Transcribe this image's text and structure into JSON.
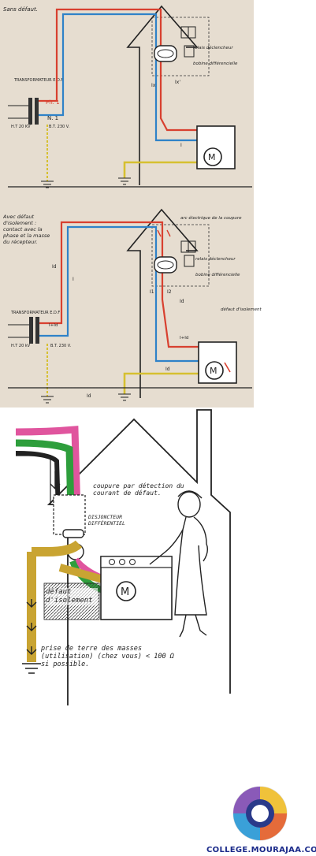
{
  "colors": {
    "panel_bg": "#e6ddd0",
    "phase_red": "#d8402f",
    "neutral_blue": "#2f82c8",
    "earth_yellow": "#d6c030",
    "wire_pink": "#e0559e",
    "wire_green": "#2e9e3c",
    "wire_black": "#222222",
    "wire_ochre": "#c9a432"
  },
  "diagram1": {
    "title": "Sans défaut.",
    "transformer_label": "TRANSFORMATEUR E.D.F",
    "phase_label": "Ph. 1",
    "neutral_label": "N. 1",
    "ht_label": "H.T 20 KV",
    "bt_label": "B.T. 230 V.",
    "relay_label": "relais déclencheur",
    "coil_label": "bobine différencielle",
    "current_in": "Ix",
    "current_out": "Ix'",
    "current_i": "I",
    "current_i2": "I",
    "motor_label": "M"
  },
  "diagram2": {
    "title": "Avec défaut d'isolement : contact avec la phase et la masse du récepteur.",
    "transformer_label": "TRANSFORMATEUR E.D.F",
    "ht_label": "H.T 20 kV",
    "bt_label": "B.T. 230 V.",
    "arc_label": "arc électrique de la coupure",
    "relay_label": "relais déclencheur",
    "coil_label": "bobine différencielle",
    "fault_label": "défaut d'isolement",
    "current_id": "Id",
    "current_i": "I",
    "current_sum": "I+Id",
    "current_i1": "I1",
    "current_i2": "I2",
    "current_id2": "Id",
    "current_i_plus": "I+Id",
    "current_id3": "Id",
    "current_id4": "Id",
    "motor_label": "M"
  },
  "diagram3": {
    "cut_label": "coupure par détection du courant de défaut.",
    "breaker_label": "DISJONCTEUR DIFFÉRENTIEL",
    "fault_label": "défaut d'isolement",
    "earth_label": "prise de terre des masses (utilisation) (chez vous) < 100 Ω si possible.",
    "motor_label": "M"
  },
  "footer": {
    "site": "COLLEGE.MOURAJAA.COM"
  }
}
